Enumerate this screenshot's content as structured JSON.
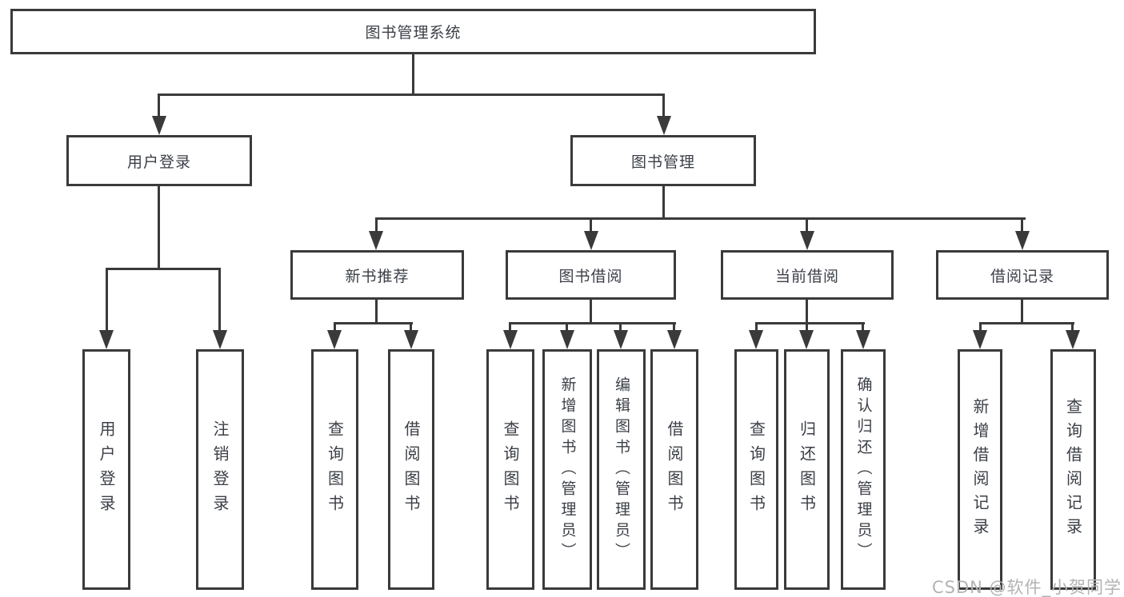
{
  "diagram": {
    "root": {
      "label": "图书管理系统"
    },
    "login": {
      "label": "用户登录",
      "children": [
        {
          "label": "用户登录"
        },
        {
          "label": "注销登录"
        }
      ]
    },
    "management": {
      "label": "图书管理",
      "sections": [
        {
          "label": "新书推荐",
          "children": [
            {
              "label": "查询图书"
            },
            {
              "label": "借阅图书"
            }
          ]
        },
        {
          "label": "图书借阅",
          "children": [
            {
              "label": "查询图书"
            },
            {
              "label": "新增图书（管理员）"
            },
            {
              "label": "编辑图书（管理员）"
            },
            {
              "label": "借阅图书"
            }
          ]
        },
        {
          "label": "当前借阅",
          "children": [
            {
              "label": "查询图书"
            },
            {
              "label": "归还图书"
            },
            {
              "label": "确认归还（管理员）"
            }
          ]
        },
        {
          "label": "借阅记录",
          "children": [
            {
              "label": "新增借阅记录"
            },
            {
              "label": "查询借阅记录"
            }
          ]
        }
      ]
    }
  },
  "watermark": {
    "text": "CSDN @软件_小贺同学"
  },
  "colors": {
    "line": "#3a3a3a",
    "text": "#3b3f46",
    "watermark": "#b3b3b3",
    "background": "#ffffff"
  }
}
